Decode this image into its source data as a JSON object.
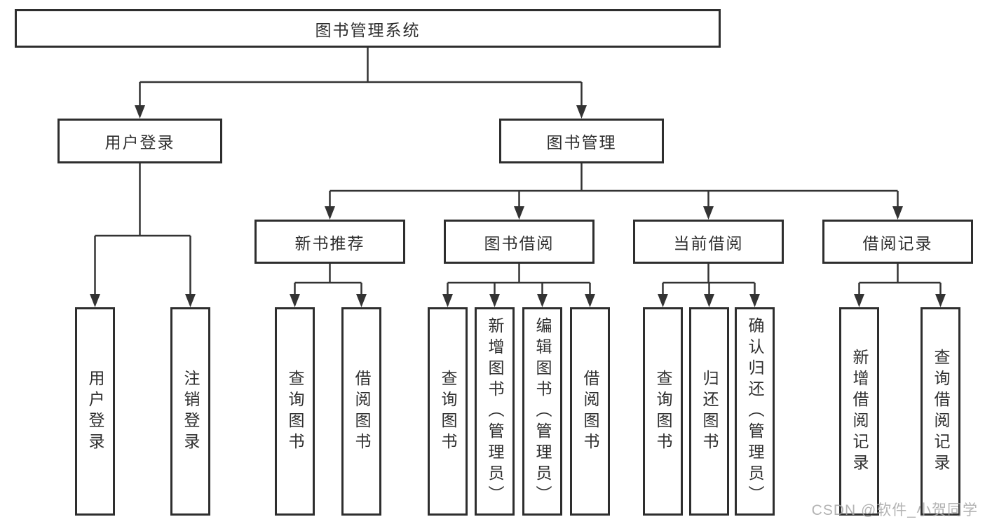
{
  "diagram": {
    "title": "图书管理系统",
    "branches": [
      {
        "label": "用户登录",
        "children": [
          "用户登录",
          "注销登录"
        ]
      },
      {
        "label": "图书管理",
        "children": [
          {
            "label": "新书推荐",
            "children": [
              "查询图书",
              "借阅图书"
            ]
          },
          {
            "label": "图书借阅",
            "children": [
              "查询图书",
              "新增图书（管理员）",
              "编辑图书（管理员）",
              "借阅图书"
            ]
          },
          {
            "label": "当前借阅",
            "children": [
              "查询图书",
              "归还图书",
              "确认归还（管理员）"
            ]
          },
          {
            "label": "借阅记录",
            "children": [
              "新增借阅记录",
              "查询借阅记录"
            ]
          }
        ]
      }
    ],
    "colors": {
      "border": "#2e2e2e",
      "line": "#333333",
      "text": "#2f2f2f",
      "background": "#ffffff",
      "watermark": "#a6a6a6"
    }
  },
  "watermark": {
    "text": "CSDN @软件_小贺同学"
  }
}
